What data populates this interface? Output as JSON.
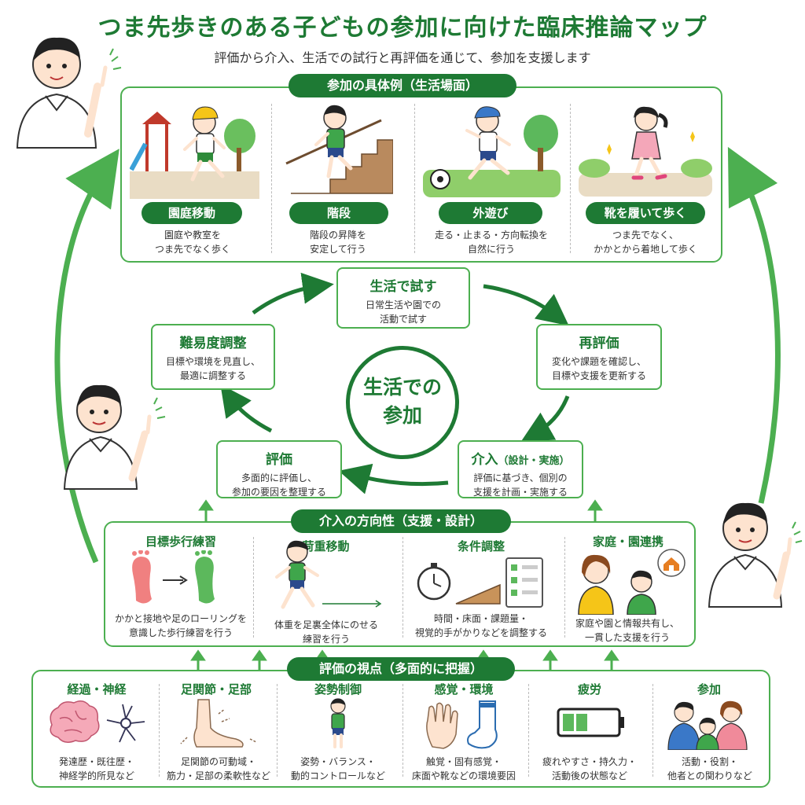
{
  "header": {
    "title": "つま先歩きのある子どもの参加に向けた臨床推論マップ",
    "subtitle": "評価から介入、生活での試行と再評価を通じて、参加を支援します"
  },
  "examples": {
    "heading": "参加の具体例（生活場面）",
    "items": [
      {
        "label": "園庭移動",
        "desc1": "園庭や教室を",
        "desc2": "つま先でなく歩く"
      },
      {
        "label": "階段",
        "desc1": "階段の昇降を",
        "desc2": "安定して行う"
      },
      {
        "label": "外遊び",
        "desc1": "走る・止まる・方向転換を",
        "desc2": "自然に行う"
      },
      {
        "label": "靴を履いて歩く",
        "desc1": "つま先でなく、",
        "desc2": "かかとから着地して歩く"
      }
    ]
  },
  "cycle": {
    "center1": "生活での",
    "center2": "参加",
    "try": {
      "title": "生活で試す",
      "desc1": "日常生活や園での",
      "desc2": "活動で試す"
    },
    "reeval": {
      "title": "再評価",
      "desc1": "変化や課題を確認し、",
      "desc2": "目標や支援を更新する"
    },
    "intervene": {
      "title": "介入",
      "title_small": "（設計・実施）",
      "desc1": "評価に基づき、個別の",
      "desc2": "支援を計画・実施する"
    },
    "evaluate": {
      "title": "評価",
      "desc1": "多面的に評価し、",
      "desc2": "参加の要因を整理する"
    },
    "adjust": {
      "title": "難易度調整",
      "desc1": "目標や環境を見直し、",
      "desc2": "最適に調整する"
    }
  },
  "directions": {
    "heading": "介入の方向性（支援・設計）",
    "items": [
      {
        "title": "目標歩行練習",
        "desc1": "かかと接地や足のローリングを",
        "desc2": "意識した歩行練習を行う"
      },
      {
        "title": "荷重移動",
        "desc1": "体重を足裏全体にのせる",
        "desc2": "練習を行う"
      },
      {
        "title": "条件調整",
        "desc1": "時間・床面・課題量・",
        "desc2": "視覚的手がかりなどを調整する"
      },
      {
        "title": "家庭・園連携",
        "desc1": "家庭や園と情報共有し、",
        "desc2": "一貫した支援を行う"
      }
    ]
  },
  "perspectives": {
    "heading": "評価の視点（多面的に把握）",
    "items": [
      {
        "title": "経過・神経",
        "desc1": "発達歴・既往歴・",
        "desc2": "神経学的所見など"
      },
      {
        "title": "足関節・足部",
        "desc1": "足関節の可動域・",
        "desc2": "筋力・足部の柔軟性など"
      },
      {
        "title": "姿勢制御",
        "desc1": "姿勢・バランス・",
        "desc2": "動的コントロールなど"
      },
      {
        "title": "感覚・環境",
        "desc1": "触覚・固有感覚・",
        "desc2": "床面や靴などの環境要因"
      },
      {
        "title": "疲労",
        "desc1": "疲れやすさ・持久力・",
        "desc2": "活動後の状態など"
      },
      {
        "title": "参加",
        "desc1": "活動・役割・",
        "desc2": "他者との関わりなど"
      }
    ]
  },
  "colors": {
    "primary": "#1e7a34",
    "accent": "#4caf50"
  }
}
